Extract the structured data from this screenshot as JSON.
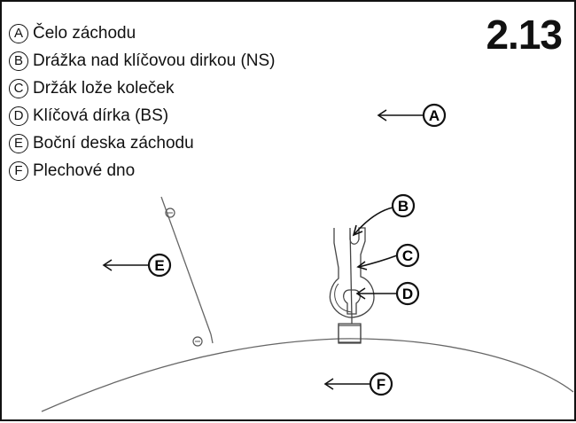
{
  "step_number": "2.13",
  "legend": [
    {
      "letter": "A",
      "text": "Čelo záchodu"
    },
    {
      "letter": "B",
      "text": "Drážka nad klíčovou dirkou (NS)"
    },
    {
      "letter": "C",
      "text": "Držák lože koleček"
    },
    {
      "letter": "D",
      "text": "Klíčová dírka (BS)"
    },
    {
      "letter": "E",
      "text": "Boční deska záchodu"
    },
    {
      "letter": "F",
      "text": "Plechové dno"
    }
  ],
  "callouts": {
    "A": "A",
    "B": "B",
    "C": "C",
    "D": "D",
    "E": "E",
    "F": "F"
  }
}
